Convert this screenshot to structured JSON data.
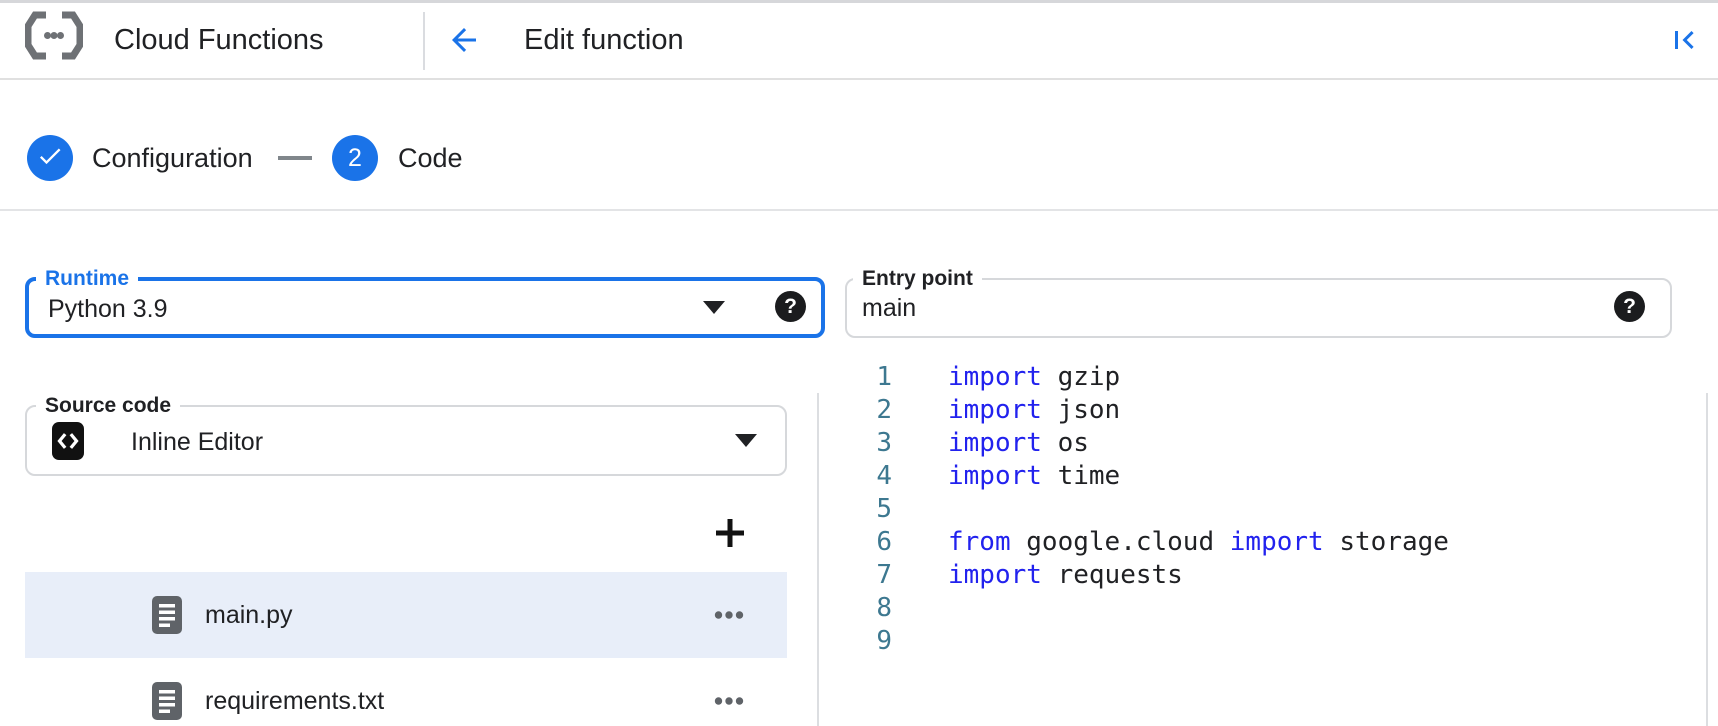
{
  "header": {
    "product_name": "Cloud Functions",
    "page_title": "Edit function",
    "back_icon": "arrow-back",
    "collapse_icon": "first-page"
  },
  "stepper": {
    "step1_label": "Configuration",
    "step1_status": "complete",
    "step2_number": "2",
    "step2_label": "Code",
    "step2_status": "current"
  },
  "form": {
    "runtime_label": "Runtime",
    "runtime_value": "Python 3.9",
    "entry_point_label": "Entry point",
    "entry_point_value": "main",
    "source_code_label": "Source code",
    "source_code_value": "Inline Editor",
    "help_glyph": "?"
  },
  "file_explorer": {
    "add_icon": "add",
    "file_icon": "document",
    "menu_icon": "more-horiz",
    "files": [
      {
        "name": "main.py",
        "selected": true
      },
      {
        "name": "requirements.txt",
        "selected": false
      }
    ]
  },
  "editor": {
    "lines": [
      [
        [
          "kw",
          "import"
        ],
        [
          "pl",
          " gzip"
        ]
      ],
      [
        [
          "kw",
          "import"
        ],
        [
          "pl",
          " json"
        ]
      ],
      [
        [
          "kw",
          "import"
        ],
        [
          "pl",
          " os"
        ]
      ],
      [
        [
          "kw",
          "import"
        ],
        [
          "pl",
          " time"
        ]
      ],
      [],
      [
        [
          "kw",
          "from"
        ],
        [
          "pl",
          " google.cloud "
        ],
        [
          "kw",
          "import"
        ],
        [
          "pl",
          " storage"
        ]
      ],
      [
        [
          "kw",
          "import"
        ],
        [
          "pl",
          " requests"
        ]
      ],
      [],
      []
    ]
  },
  "colors": {
    "accent": "#1a73e8",
    "keyword": "#2222ee",
    "line_number": "#3d7890",
    "selected_row_bg": "#e8eef9",
    "text": "#202124",
    "icon_gray": "#5f6368",
    "border": "#dadce0"
  }
}
